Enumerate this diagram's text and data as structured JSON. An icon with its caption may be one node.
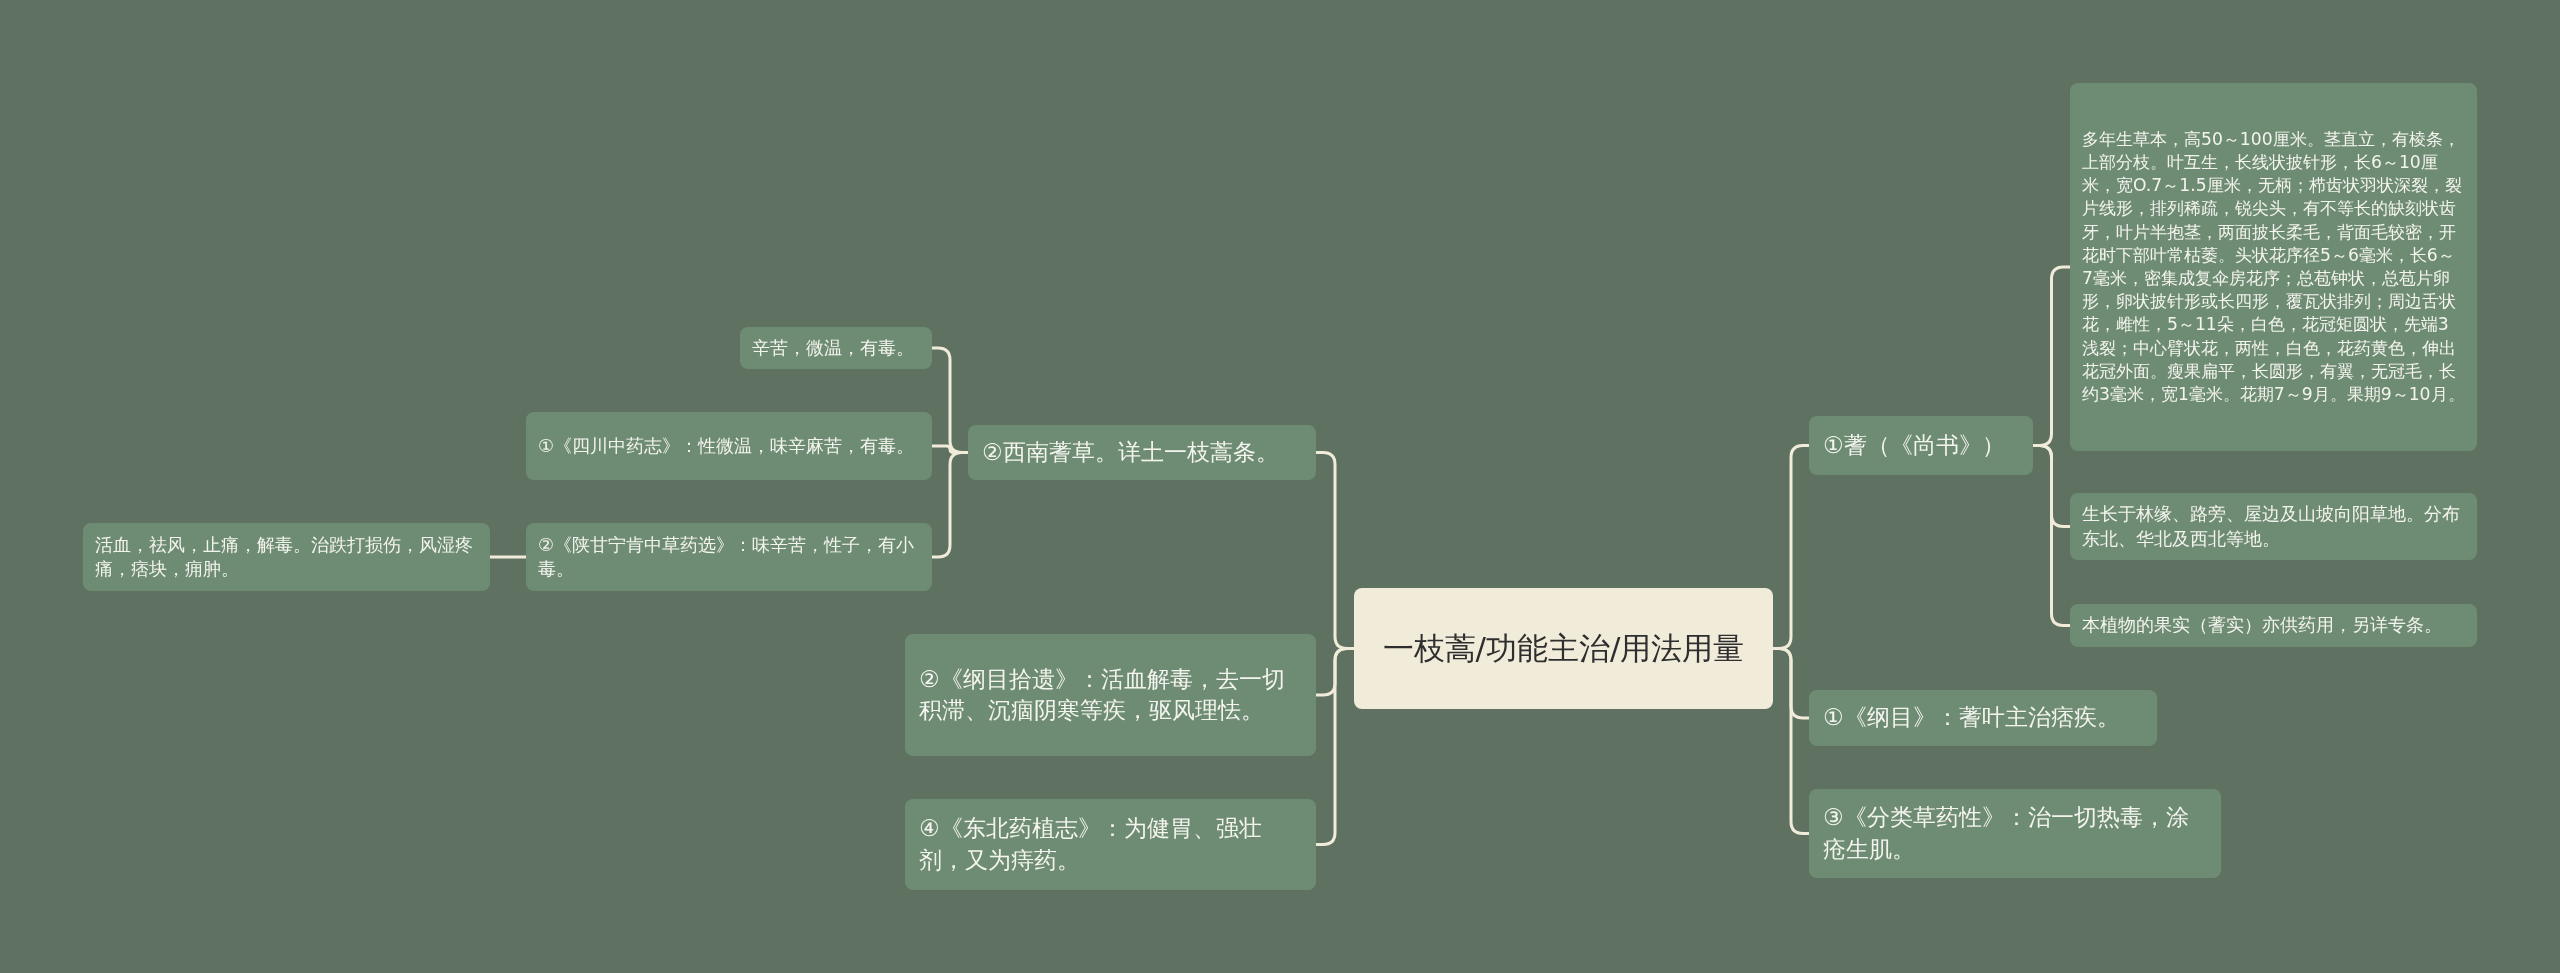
{
  "diagram": {
    "nodes": [
      {
        "text": [
          "一枝蒿/功能主治/用法用量"
        ]
      },
      {
        "text": [
          "②西南蓍草。详土一枝蒿条。"
        ]
      },
      {
        "text": [
          "辛苦，微温，有毒。"
        ]
      },
      {
        "text": [
          "①《四川中药志》：性微温，味辛麻苦，有毒。"
        ]
      },
      {
        "text": [
          "②《陕甘宁肯中草药选》：味辛苦，性子，有小毒。"
        ]
      },
      {
        "text": [
          "活血，祛风，止痛，解毒。治跌打损伤，风湿疼痛，痞块，痈肿。"
        ]
      },
      {
        "text": [
          "②《纲目拾遗》：活血解毒，去一切积滞、沉痼阴寒等疾，驱风理怯。"
        ]
      },
      {
        "text": [
          "④《东北药植志》：为健胃、强壮剂，又为痔药。"
        ]
      },
      {
        "text": [
          "①蓍（《尚书》）"
        ]
      },
      {
        "text": [
          "多年生草本，高50～100厘米。茎直立，有棱条，上部分枝。叶互生，长线状披针形，长6～10厘米，宽O.7～1.5厘米，无柄；栉齿状羽状深裂，裂片线形，排列稀疏，锐尖头，有不等长的缺刻状齿牙，叶片半抱茎，两面披长柔毛，背面毛较密，开花时下部叶常枯萎。头状花序径5～6毫米，长6～7毫米，密集成复伞房花序；总苞钟状，总苞片卵形，卵状披针形或长四形，覆瓦状排列；周边舌状花，雌性，5～11朵，白色，花冠矩圆状，先端3浅裂；中心臂状花，两性，白色，花药黄色，伸出花冠外面。瘦果扁平，长圆形，有翼，无冠毛，长约3毫米，宽1毫米。花期7～9月。果期9～10月。"
        ]
      },
      {
        "text": [
          "生长于林缘、路旁、屋边及山坡向阳草地。分布东北、华北及西北等地。"
        ]
      },
      {
        "text": [
          "本植物的果实（蓍实）亦供药用，另详专条。"
        ]
      },
      {
        "text": [
          "①《纲目》：蓍叶主治痞疾。"
        ]
      },
      {
        "text": [
          "③《分类草药性》：治一切热毒，涂疮生肌。"
        ]
      }
    ],
    "edges": [
      {
        "from": 0,
        "to": 1,
        "arrow": "none"
      },
      {
        "from": 0,
        "to": 6,
        "arrow": "none"
      },
      {
        "from": 0,
        "to": 7,
        "arrow": "none"
      },
      {
        "from": 1,
        "to": 2,
        "arrow": "none"
      },
      {
        "from": 1,
        "to": 3,
        "arrow": "none"
      },
      {
        "from": 1,
        "to": 4,
        "arrow": "none"
      },
      {
        "from": 4,
        "to": 5,
        "arrow": "none"
      },
      {
        "from": 0,
        "to": 8,
        "arrow": "none"
      },
      {
        "from": 0,
        "to": 12,
        "arrow": "none"
      },
      {
        "from": 0,
        "to": 13,
        "arrow": "none"
      },
      {
        "from": 8,
        "to": 9,
        "arrow": "none"
      },
      {
        "from": 8,
        "to": 10,
        "arrow": "none"
      },
      {
        "from": 8,
        "to": 11,
        "arrow": "none"
      }
    ]
  }
}
